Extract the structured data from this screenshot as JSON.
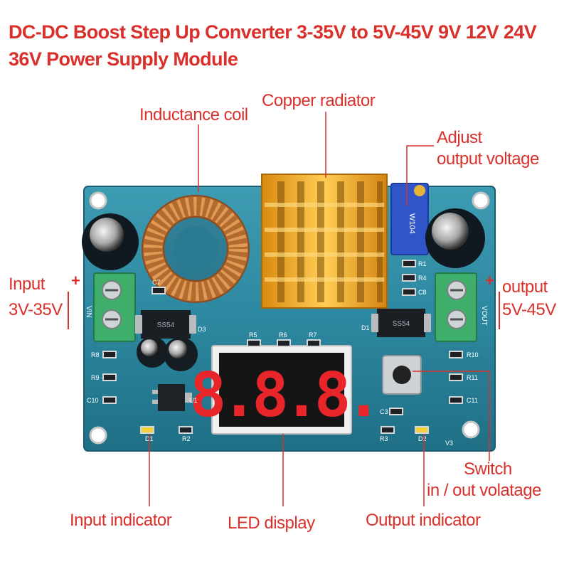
{
  "title": "DC-DC Boost Step Up Converter 3-35V to 5V-45V 9V 12V 24V 36V Power Supply Module",
  "labels": {
    "inductance_coil": "Inductance coil",
    "copper_radiator": "Copper radiator",
    "adjust": "Adjust",
    "output_voltage": "output voltage",
    "input": "Input",
    "input_range": "3V-35V",
    "output": "output",
    "output_range": "5V-45V",
    "plus": "+",
    "switch": "Switch",
    "in_out_voltage": "in / out volatage",
    "input_indicator": "Input indicator",
    "led_display": "LED display",
    "output_indicator": "Output indicator"
  },
  "pcb": {
    "led_digits": "8.8.8.",
    "components": {
      "r5": "R5",
      "r6": "R6",
      "r7": "R7",
      "r8": "R8",
      "r9": "R9",
      "c10": "C10",
      "u1": "U1",
      "d1_left": "D1",
      "r2": "R2",
      "d3": "D3",
      "c7": "C7",
      "r1": "R1",
      "r4": "R4",
      "c8": "C8",
      "d1_right": "D1",
      "ss54": "SS54",
      "r10": "R10",
      "r11": "R11",
      "c11": "C11",
      "c3": "C3",
      "r3": "R3",
      "d2": "D2",
      "v3": "V3",
      "vin": "VIN",
      "vout": "VOUT",
      "pot": "W104"
    }
  },
  "colors": {
    "label_red": "#d9302b",
    "pcb_blue": "#2f8fa7",
    "heatsink_gold": "#f0a81c",
    "copper_coil": "#c4783a",
    "terminal_green": "#3fae6a",
    "led_red": "#e8262a"
  }
}
